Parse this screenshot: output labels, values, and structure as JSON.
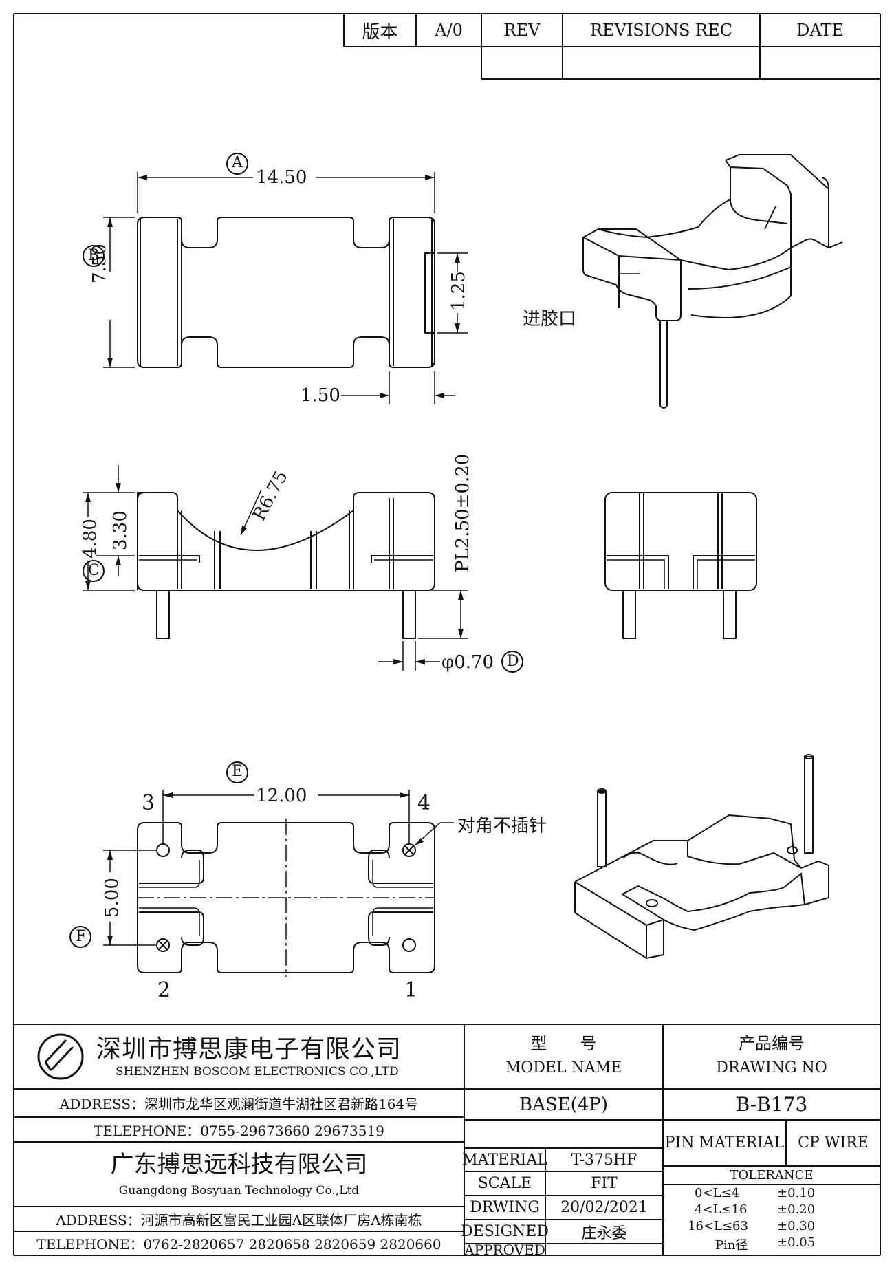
{
  "revision_table": {
    "version_label": "版本",
    "version_value": "A/0",
    "rev_header": "REV",
    "revisions_header": "REVISIONS REC",
    "date_header": "DATE"
  },
  "top_view": {
    "label_a": "A",
    "label_b": "B",
    "dim_width": "14.50",
    "dim_height": "7.50",
    "dim_slot": "1.25",
    "dim_wall": "1.50"
  },
  "front_view": {
    "label_c": "C",
    "label_d": "D",
    "dim_total_height": "4.80",
    "dim_body_height": "3.30",
    "dim_radius": "R6.75",
    "dim_pin_length": "PL2.50±0.20",
    "dim_pin_diameter": "φ0.70"
  },
  "iso_view": {
    "gate_label": "进胶口"
  },
  "bottom_view": {
    "label_e": "E",
    "label_f": "F",
    "dim_pin_pitch_x": "12.00",
    "dim_pin_pitch_y": "5.00",
    "pin_1": "1",
    "pin_2": "2",
    "pin_3": "3",
    "pin_4": "4",
    "no_pin_note": "对角不插针"
  },
  "title_block": {
    "company_cn": "深圳市搏思康电子有限公司",
    "company_en": "SHENZHEN BOSCOM ELECTRONICS CO.,LTD",
    "address1": "ADDRESS：深圳市龙华区观澜街道牛湖社区君新路164号",
    "telephone1": "TELEPHONE：0755-29673660 29673519",
    "company2_cn": "广东搏思远科技有限公司",
    "company2_en": "Guangdong Bosyuan Technology Co.,Ltd",
    "address2": "ADDRESS：河源市高新区富民工业园A区联体厂房A栋南栋",
    "telephone2": "TELEPHONE：0762-2820657 2820658 2820659 2820660",
    "model_label_cn": "型　　号",
    "model_label_en": "MODEL NAME",
    "drawing_no_label_cn": "产品编号",
    "drawing_no_label_en": "DRAWING NO",
    "model_value": "BASE(4P)",
    "drawing_no_value": "B-B173",
    "material_label": "MATERIAL",
    "material_value": "T-375HF",
    "scale_label": "SCALE",
    "scale_value": "FIT",
    "drawing_label": "DRWING",
    "drawing_value": "20/02/2021",
    "designed_label": "DESIGNED",
    "designed_value": "庄永委",
    "approved_label": "APPROVED",
    "pin_material_label": "PIN MATERIAL",
    "pin_material_value": "CP WIRE",
    "tolerance_label": "TOLERANCE",
    "tolerances": [
      {
        "range": "0<L≤4",
        "value": "±0.10"
      },
      {
        "range": "4<L≤16",
        "value": "±0.20"
      },
      {
        "range": "16<L≤63",
        "value": "±0.30"
      },
      {
        "range": "Pin径",
        "value": "±0.05"
      }
    ]
  }
}
